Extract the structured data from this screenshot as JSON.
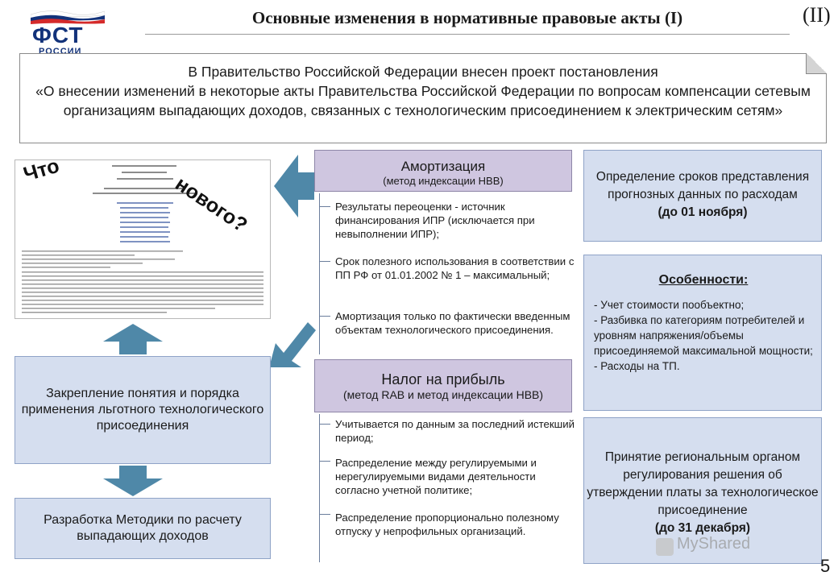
{
  "logo": {
    "text": "ФСТ",
    "sub": "РОССИИ"
  },
  "header": {
    "title": "Основные изменения в нормативные правовые акты (I)",
    "section": "(II)",
    "page": "5"
  },
  "intro": {
    "line1": "В Правительство Российской Федерации внесен проект постановления",
    "line2": "«О внесении изменений  в некоторые акты Правительства Российской Федерации по вопросам компенсации сетевым организациям  выпадающих доходов, связанных  с технологическим присоединением   к электрическим сетям»"
  },
  "doc": {
    "what": "Что",
    "new": "нового?"
  },
  "left_boxes": {
    "fix": "Закрепление понятия и порядка применения льготного технологического присоединения",
    "method": "Разработка Методики по расчету выпадающих доходов"
  },
  "amortization": {
    "title": "Амортизация",
    "subtitle": "(метод индексации НВВ)",
    "items": [
      "Результаты переоценки - источник финансирования ИПР (исключается при невыполнении ИПР);",
      "Срок полезного использования в соответствии с ПП РФ от 01.01.2002 № 1 – максимальный;",
      "Амортизация только по фактически введенным объектам технологического присоединения."
    ]
  },
  "profit_tax": {
    "title": "Налог на прибыль",
    "subtitle": "(метод RAB и метод индексации НВВ)",
    "items": [
      "Учитывается по данным за последний истекший период;",
      "Распределение между регулируемыми и нерегулируемыми видами деятельности согласно учетной политике;",
      "Распределение пропорционально полезному отпуску у непрофильных организаций."
    ]
  },
  "right": {
    "deadline_text": "Определение сроков представления прогнозных данных по расходам",
    "deadline_date": "(до 01 ноября)",
    "features_title": "Особенности:",
    "features": [
      "- Учет стоимости пообъектно;",
      "- Разбивка по категориям потребителей и уровням напряжения/объемы присоединяемой максимальной мощности;",
      "- Расходы на ТП."
    ],
    "decision_text": "Принятие региональным органом регулирования решения об утверждении платы за технологическое присоединение",
    "decision_date": "(до 31 декабря)"
  },
  "watermark": "MyShared",
  "colors": {
    "blue_box": "#d5deef",
    "purple_head": "#cfc6e0",
    "arrow_teal": "#4f88a8",
    "logo_blue": "#12327a",
    "logo_red": "#d42a2a"
  }
}
